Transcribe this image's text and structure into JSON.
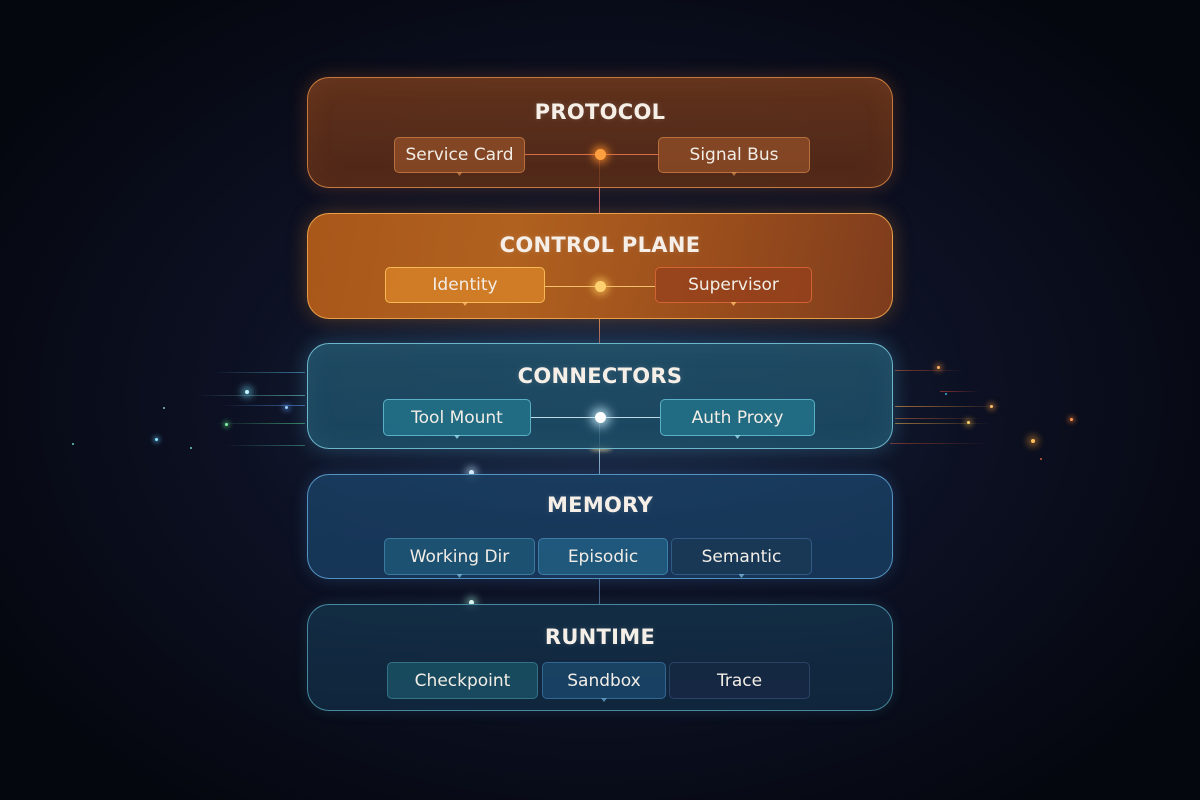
{
  "diagram": {
    "type": "layered-architecture-stack",
    "colors": {
      "background": "#0c1022",
      "protocol": "#7a3a1c",
      "control_plane": "#b0611f",
      "connectors": "#1f5e78",
      "memory": "#1b4266",
      "runtime": "#142f48",
      "warm_accent": "#f0a050",
      "cool_accent": "#8ad6e8"
    },
    "layers": [
      {
        "id": "protocol",
        "title": "PROTOCOL",
        "components": [
          {
            "label": "Service Card"
          },
          {
            "label": "Signal Bus"
          }
        ],
        "link": "Service Card — node — Signal Bus"
      },
      {
        "id": "control_plane",
        "title": "CONTROL PLANE",
        "components": [
          {
            "label": "Identity"
          },
          {
            "label": "Supervisor"
          }
        ],
        "link": "Identity — node — Supervisor"
      },
      {
        "id": "connectors",
        "title": "CONNECTORS",
        "components": [
          {
            "label": "Tool Mount"
          },
          {
            "label": "Auth Proxy"
          }
        ],
        "link": "Tool Mount — node — Auth Proxy"
      },
      {
        "id": "memory",
        "title": "MEMORY",
        "components": [
          {
            "label": "Working Dir"
          },
          {
            "label": "Episodic"
          },
          {
            "label": "Semantic"
          }
        ]
      },
      {
        "id": "runtime",
        "title": "RUNTIME",
        "components": [
          {
            "label": "Checkpoint"
          },
          {
            "label": "Sandbox"
          },
          {
            "label": "Trace"
          }
        ]
      }
    ],
    "edges": [
      {
        "from": "protocol",
        "to": "control_plane"
      },
      {
        "from": "control_plane",
        "to": "connectors"
      },
      {
        "from": "connectors",
        "to": "memory"
      },
      {
        "from": "memory",
        "to": "runtime"
      }
    ]
  }
}
